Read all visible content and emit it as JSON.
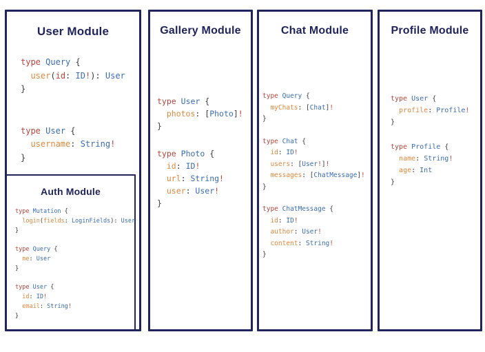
{
  "colors": {
    "panel_border": "#20245c",
    "title_text": "#20245c",
    "code_keyword_red": "#b8453c",
    "code_typename_blue": "#3a6cb4",
    "code_field_orange": "#e0873c",
    "code_punctuation": "#3a3a3a",
    "background": "#ffffff"
  },
  "modules": [
    {
      "key": "user",
      "title": "User Module",
      "blocks": [
        [
          [
            [
              "type",
              "k"
            ],
            [
              " "
            ],
            [
              "Query",
              "t"
            ],
            [
              " {"
            ]
          ],
          [
            [
              "  "
            ],
            [
              "user",
              "f"
            ],
            [
              "("
            ],
            [
              "id",
              "k"
            ],
            [
              ": "
            ],
            [
              "ID",
              "t"
            ],
            [
              "!",
              "k"
            ],
            [
              "): "
            ],
            [
              "User",
              "t"
            ]
          ],
          [
            [
              "}"
            ]
          ]
        ],
        [
          [
            [
              "type",
              "k"
            ],
            [
              " "
            ],
            [
              "User",
              "t"
            ],
            [
              " {"
            ]
          ],
          [
            [
              "  "
            ],
            [
              "username",
              "f"
            ],
            [
              ": "
            ],
            [
              "String",
              "t"
            ],
            [
              "!",
              "k"
            ]
          ],
          [
            [
              "}"
            ]
          ]
        ]
      ],
      "nested": {
        "key": "auth",
        "title": "Auth Module",
        "blocks": [
          [
            [
              [
                "type",
                "k"
              ],
              [
                " "
              ],
              [
                "Mutation",
                "t"
              ],
              [
                " {"
              ]
            ],
            [
              [
                "  "
              ],
              [
                "login",
                "f"
              ],
              [
                "("
              ],
              [
                "fields",
                "f"
              ],
              [
                ": "
              ],
              [
                "LoginFields",
                "t"
              ],
              [
                "): "
              ],
              [
                "User",
                "t"
              ]
            ],
            [
              [
                "}"
              ]
            ]
          ],
          [
            [
              [
                "type",
                "k"
              ],
              [
                " "
              ],
              [
                "Query",
                "t"
              ],
              [
                " {"
              ]
            ],
            [
              [
                "  "
              ],
              [
                "me",
                "f"
              ],
              [
                ": "
              ],
              [
                "User",
                "t"
              ]
            ],
            [
              [
                "}"
              ]
            ]
          ],
          [
            [
              [
                "type",
                "k"
              ],
              [
                " "
              ],
              [
                "User",
                "t"
              ],
              [
                " {"
              ]
            ],
            [
              [
                "  "
              ],
              [
                "id",
                "f"
              ],
              [
                ": "
              ],
              [
                "ID",
                "t"
              ],
              [
                "!",
                "k"
              ]
            ],
            [
              [
                "  "
              ],
              [
                "email",
                "f"
              ],
              [
                ": "
              ],
              [
                "String",
                "t"
              ],
              [
                "!",
                "k"
              ]
            ],
            [
              [
                "}"
              ]
            ]
          ]
        ]
      }
    },
    {
      "key": "gallery",
      "title": "Gallery Module",
      "blocks": [
        [
          [
            [
              "type",
              "k"
            ],
            [
              " "
            ],
            [
              "User",
              "t"
            ],
            [
              " {"
            ]
          ],
          [
            [
              "  "
            ],
            [
              "photos",
              "f"
            ],
            [
              ": ["
            ],
            [
              "Photo",
              "t"
            ],
            [
              "]"
            ],
            [
              "!",
              "k"
            ]
          ],
          [
            [
              "}"
            ]
          ]
        ],
        [
          [
            [
              "type",
              "k"
            ],
            [
              " "
            ],
            [
              "Photo",
              "t"
            ],
            [
              " {"
            ]
          ],
          [
            [
              "  "
            ],
            [
              "id",
              "f"
            ],
            [
              ": "
            ],
            [
              "ID",
              "t"
            ],
            [
              "!",
              "k"
            ]
          ],
          [
            [
              "  "
            ],
            [
              "url",
              "f"
            ],
            [
              ": "
            ],
            [
              "String",
              "t"
            ],
            [
              "!",
              "k"
            ]
          ],
          [
            [
              "  "
            ],
            [
              "user",
              "f"
            ],
            [
              ": "
            ],
            [
              "User",
              "t"
            ],
            [
              "!",
              "k"
            ]
          ],
          [
            [
              "}"
            ]
          ]
        ]
      ]
    },
    {
      "key": "chat",
      "title": "Chat Module",
      "blocks": [
        [
          [
            [
              "type",
              "k"
            ],
            [
              " "
            ],
            [
              "Query",
              "t"
            ],
            [
              " {"
            ]
          ],
          [
            [
              "  "
            ],
            [
              "myChats",
              "f"
            ],
            [
              ": ["
            ],
            [
              "Chat",
              "t"
            ],
            [
              "]"
            ],
            [
              "!",
              "k"
            ]
          ],
          [
            [
              "}"
            ]
          ]
        ],
        [
          [
            [
              "type",
              "k"
            ],
            [
              " "
            ],
            [
              "Chat",
              "t"
            ],
            [
              " {"
            ]
          ],
          [
            [
              "  "
            ],
            [
              "id",
              "f"
            ],
            [
              ": "
            ],
            [
              "ID",
              "t"
            ],
            [
              "!",
              "k"
            ]
          ],
          [
            [
              "  "
            ],
            [
              "users",
              "f"
            ],
            [
              ": ["
            ],
            [
              "User",
              "t"
            ],
            [
              "!",
              "k"
            ],
            [
              "]"
            ],
            [
              "!",
              "k"
            ]
          ],
          [
            [
              "  "
            ],
            [
              "messages",
              "f"
            ],
            [
              ": ["
            ],
            [
              "ChatMessage",
              "t"
            ],
            [
              "]"
            ],
            [
              "!",
              "k"
            ]
          ],
          [
            [
              "}"
            ]
          ]
        ],
        [
          [
            [
              "type",
              "k"
            ],
            [
              " "
            ],
            [
              "ChatMessage",
              "t"
            ],
            [
              " {"
            ]
          ],
          [
            [
              "  "
            ],
            [
              "id",
              "f"
            ],
            [
              ": "
            ],
            [
              "ID",
              "t"
            ],
            [
              "!",
              "k"
            ]
          ],
          [
            [
              "  "
            ],
            [
              "author",
              "f"
            ],
            [
              ": "
            ],
            [
              "User",
              "t"
            ],
            [
              "!",
              "k"
            ]
          ],
          [
            [
              "  "
            ],
            [
              "content",
              "f"
            ],
            [
              ": "
            ],
            [
              "String",
              "t"
            ],
            [
              "!",
              "k"
            ]
          ],
          [
            [
              "}"
            ]
          ]
        ]
      ]
    },
    {
      "key": "profile",
      "title": "Profile Module",
      "blocks": [
        [
          [
            [
              "type",
              "k"
            ],
            [
              " "
            ],
            [
              "User",
              "t"
            ],
            [
              " {"
            ]
          ],
          [
            [
              "  "
            ],
            [
              "profile",
              "f"
            ],
            [
              ": "
            ],
            [
              "Profile",
              "t"
            ],
            [
              "!",
              "k"
            ]
          ],
          [
            [
              "}"
            ]
          ]
        ],
        [
          [
            [
              "type",
              "k"
            ],
            [
              " "
            ],
            [
              "Profile",
              "t"
            ],
            [
              " {"
            ]
          ],
          [
            [
              "  "
            ],
            [
              "name",
              "f"
            ],
            [
              ": "
            ],
            [
              "String",
              "t"
            ],
            [
              "!",
              "k"
            ]
          ],
          [
            [
              "  "
            ],
            [
              "age",
              "f"
            ],
            [
              ": "
            ],
            [
              "Int",
              "t"
            ]
          ],
          [
            [
              "}"
            ]
          ]
        ]
      ]
    }
  ]
}
